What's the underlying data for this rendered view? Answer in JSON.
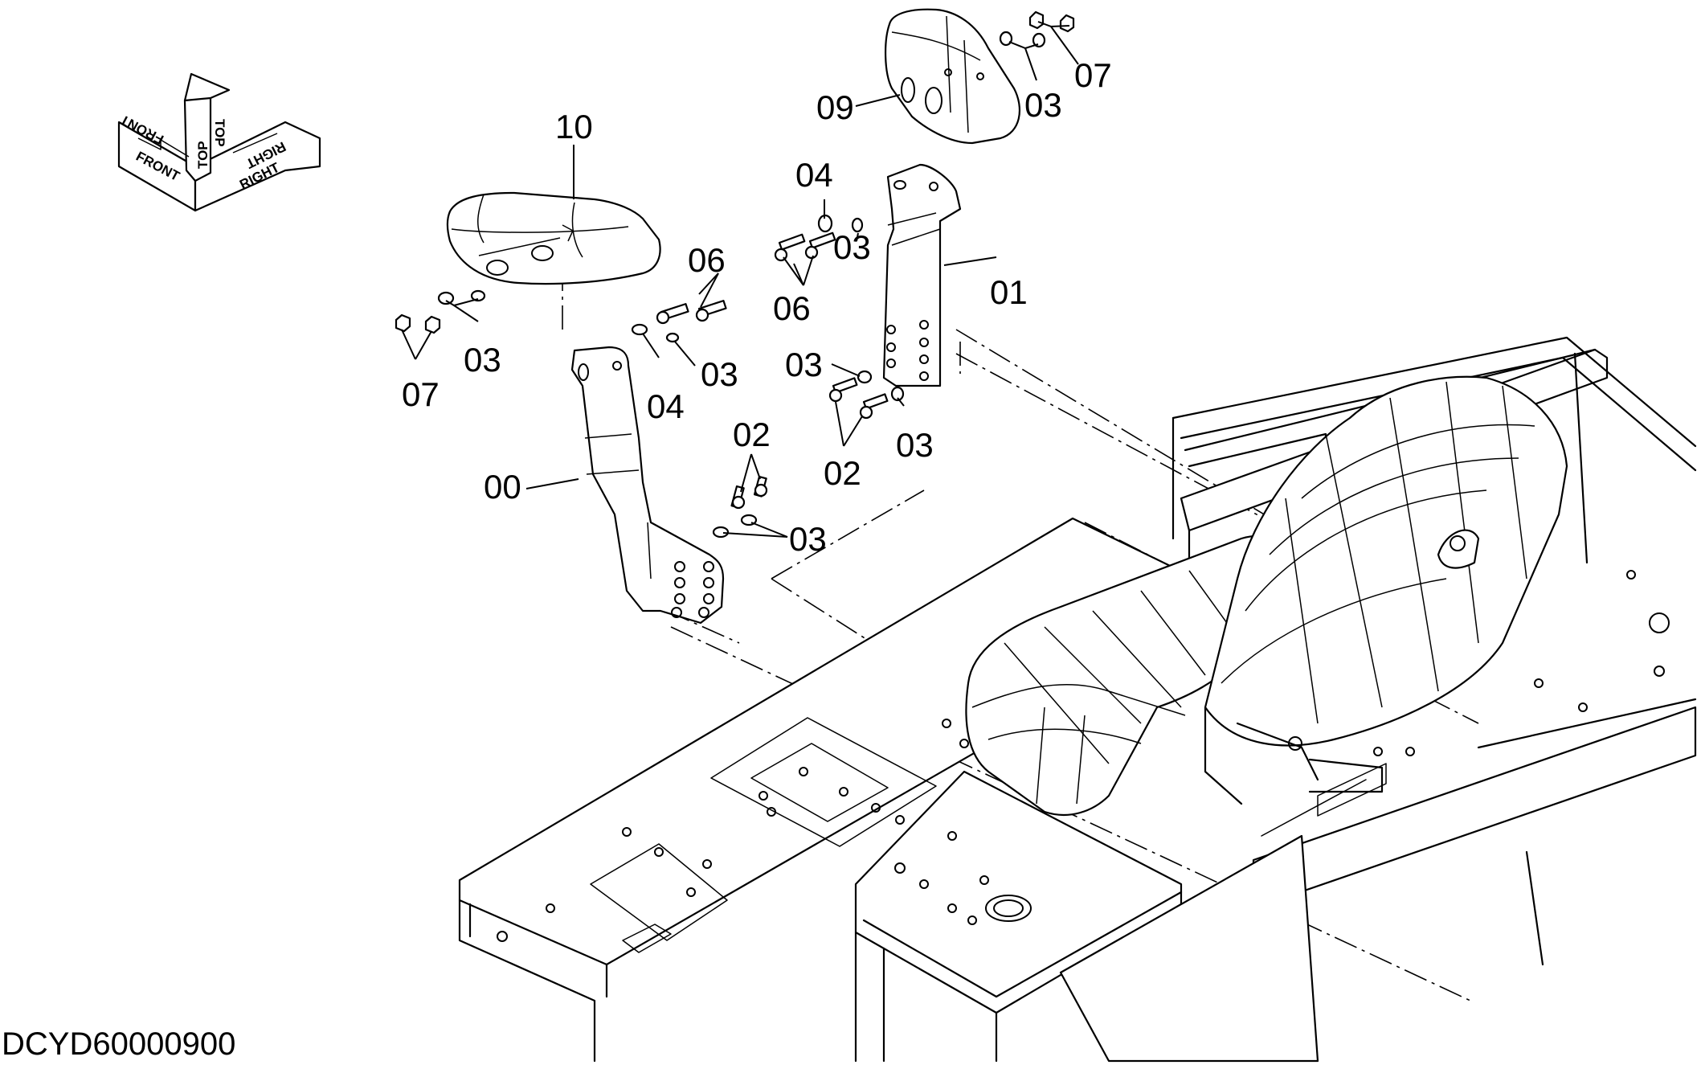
{
  "drawing_code": "DCYD60000900",
  "orientation": {
    "front": "FRONT",
    "top": "TOP",
    "right": "RIGHT"
  },
  "callouts": [
    {
      "id": "c-10",
      "label": "10"
    },
    {
      "id": "c-09",
      "label": "09"
    },
    {
      "id": "c-07-top",
      "label": "07"
    },
    {
      "id": "c-03-top",
      "label": "03"
    },
    {
      "id": "c-04-right",
      "label": "04"
    },
    {
      "id": "c-03-right-a",
      "label": "03"
    },
    {
      "id": "c-06-right",
      "label": "06"
    },
    {
      "id": "c-01",
      "label": "01"
    },
    {
      "id": "c-03-right-b",
      "label": "03"
    },
    {
      "id": "c-03-right-c",
      "label": "03"
    },
    {
      "id": "c-02-right",
      "label": "02"
    },
    {
      "id": "c-06-left",
      "label": "06"
    },
    {
      "id": "c-03-left-a",
      "label": "03"
    },
    {
      "id": "c-07-left",
      "label": "07"
    },
    {
      "id": "c-04-left",
      "label": "04"
    },
    {
      "id": "c-03-left-b",
      "label": "03"
    },
    {
      "id": "c-00",
      "label": "00"
    },
    {
      "id": "c-02-left",
      "label": "02"
    },
    {
      "id": "c-03-left-c",
      "label": "03"
    }
  ]
}
